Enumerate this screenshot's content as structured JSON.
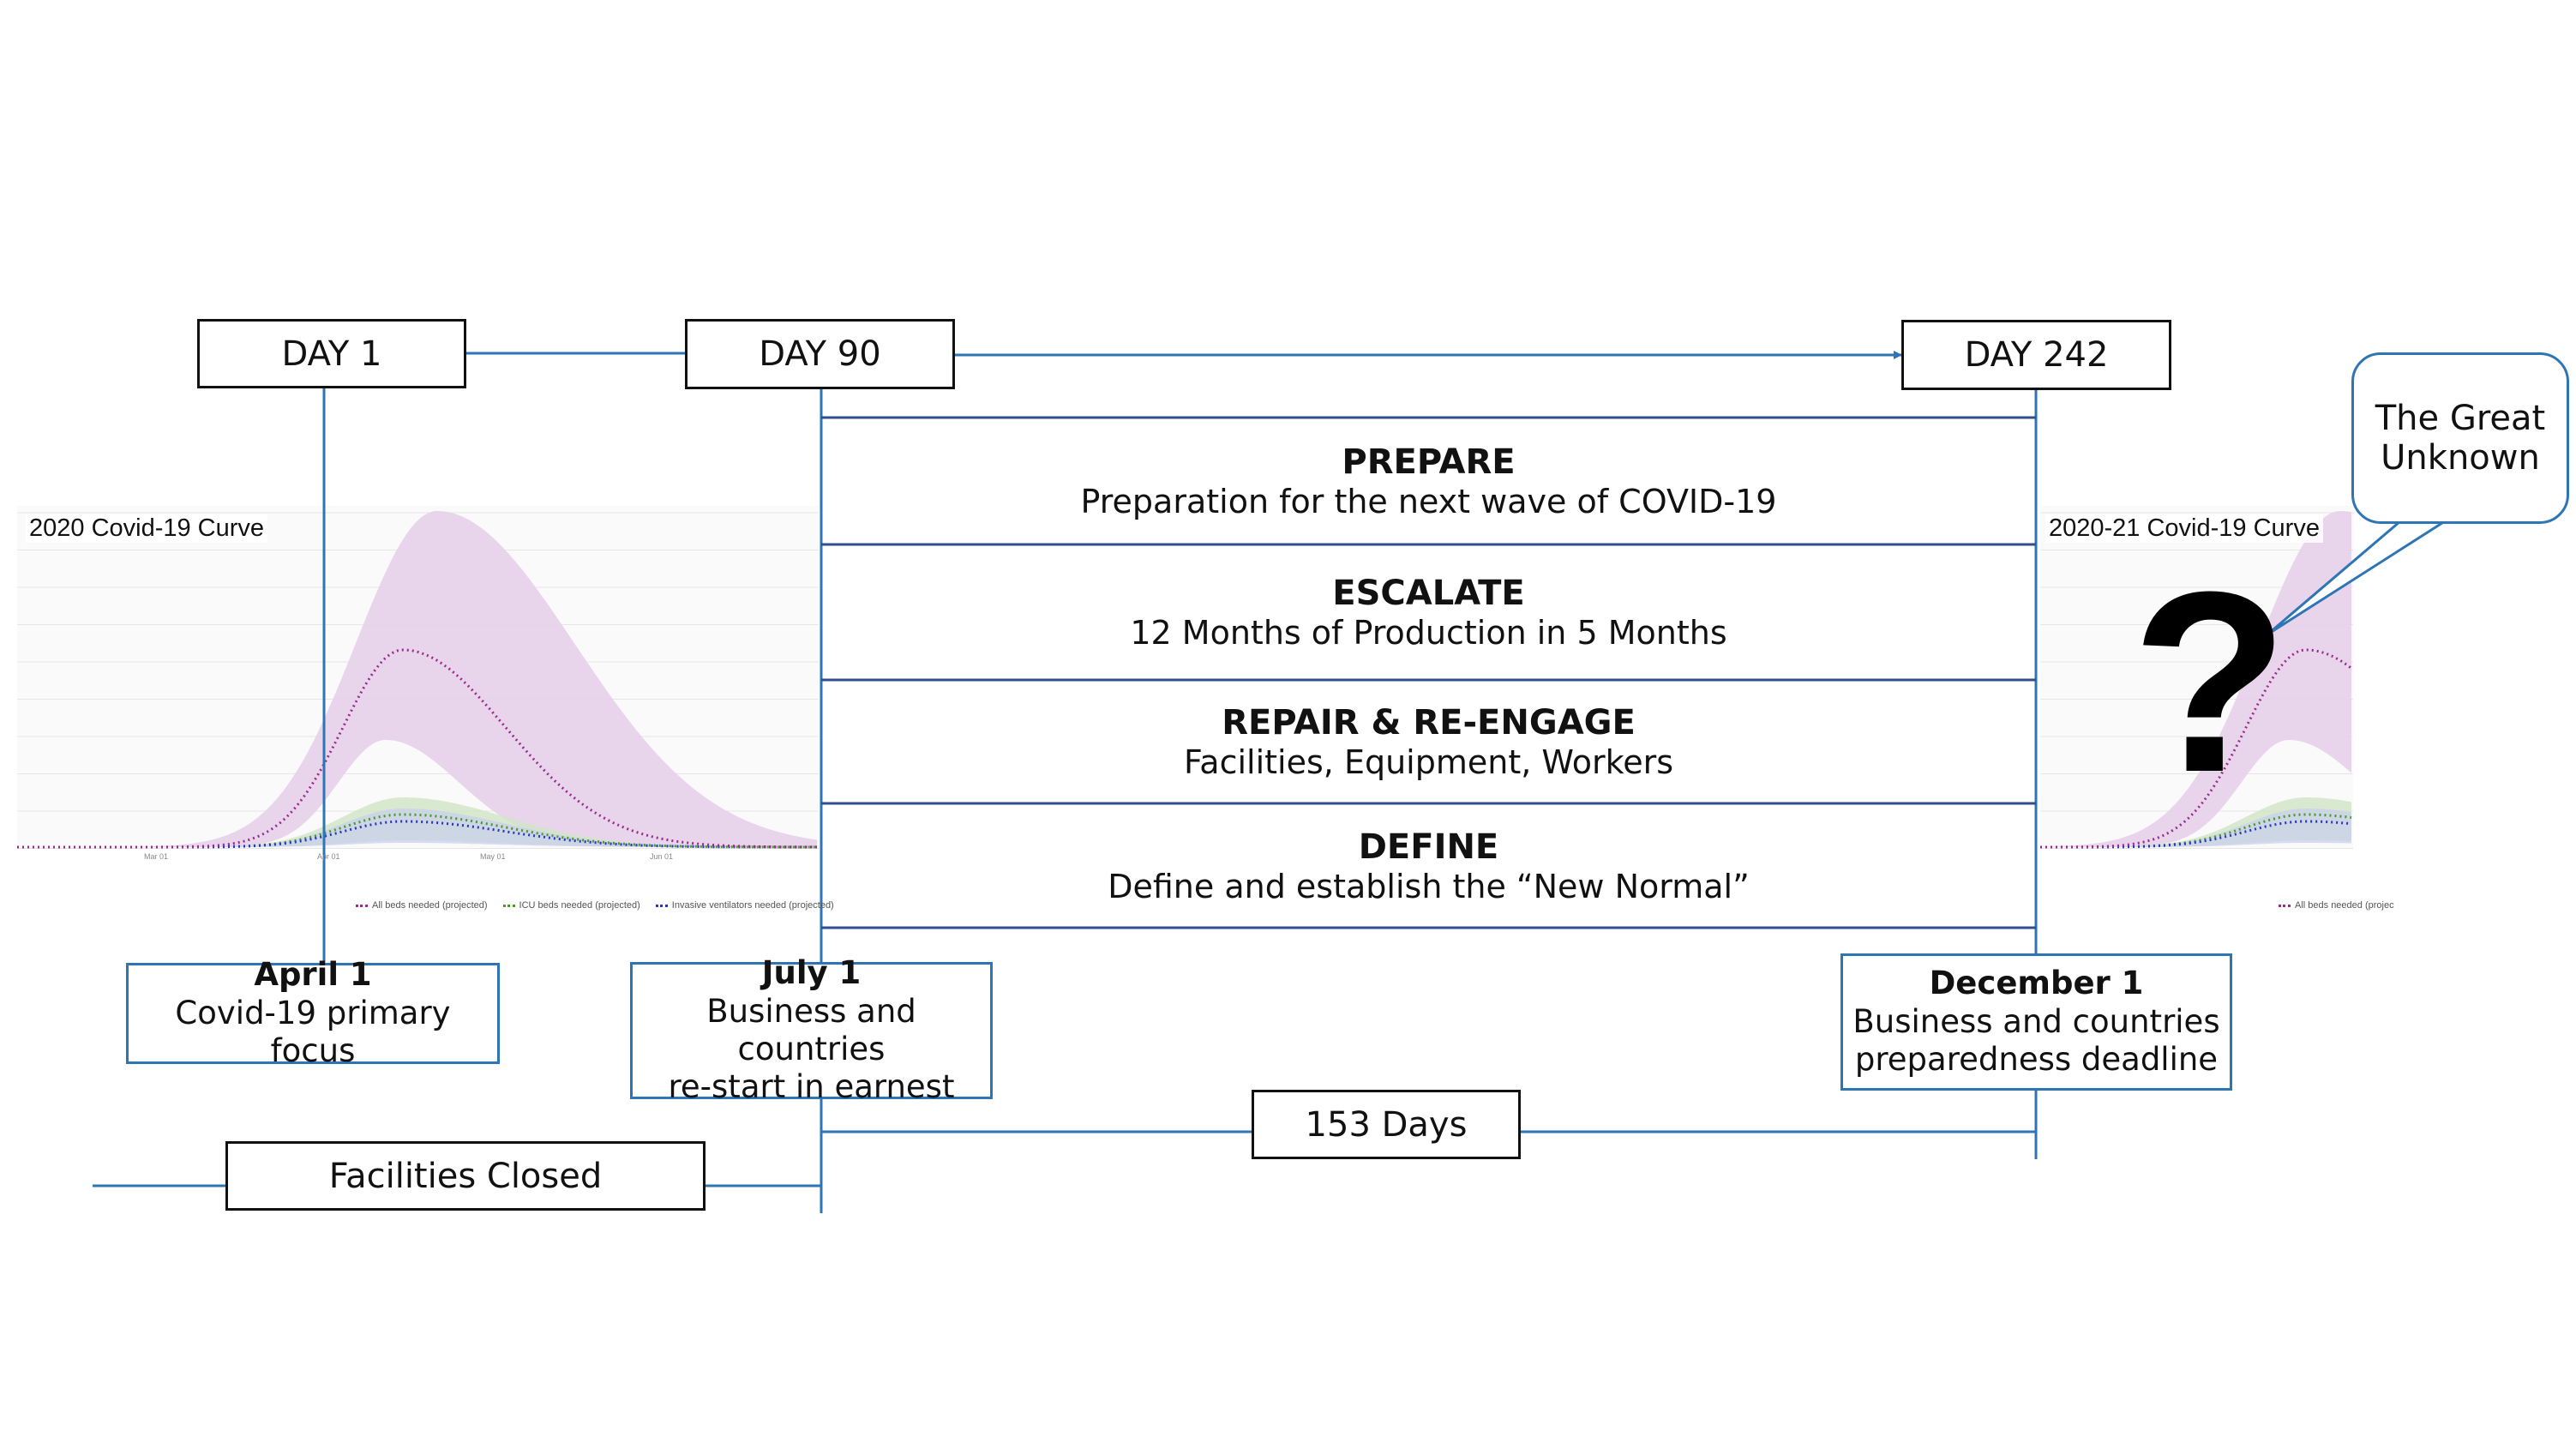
{
  "timeline": {
    "day_1": "DAY 1",
    "day_90": "DAY 90",
    "day_242": "DAY 242"
  },
  "phases": [
    {
      "title": "PREPARE",
      "subtitle": "Preparation for the next wave of COVID-19"
    },
    {
      "title": "ESCALATE",
      "subtitle": "12 Months of Production in 5 Months"
    },
    {
      "title": "REPAIR & RE-ENGAGE",
      "subtitle": "Facilities, Equipment, Workers"
    },
    {
      "title": "DEFINE",
      "subtitle": "Define and establish the “New Normal”"
    }
  ],
  "milestones": {
    "april": {
      "title": "April 1",
      "line1": "Covid-19 primary focus"
    },
    "july": {
      "title": "July 1",
      "line1": "Business and countries",
      "line2": "re-start in earnest"
    },
    "december": {
      "title": "December 1",
      "line1": "Business and countries",
      "line2": "preparedness deadline"
    }
  },
  "durations": {
    "closed": "Facilities Closed",
    "span": "153 Days"
  },
  "callout": {
    "line1": "The Great",
    "line2": "Unknown"
  },
  "question_mark": "?",
  "charts": {
    "left_label": "2020 Covid-19 Curve",
    "right_label": "2020-21 Covid-19 Curve",
    "x_ticks": [
      "Mar 01",
      "Apr 01",
      "May 01",
      "Jun 01"
    ],
    "legend": [
      "All beds needed (projected)",
      "ICU beds needed (projected)",
      "Invasive ventilators needed (projected)"
    ],
    "right_legend": "All beds needed (projec"
  },
  "colors": {
    "accent_blue": "#2e75b6",
    "beds": "#9c2b8e",
    "icu": "#4a9a2a",
    "ventilators": "#2a35c0",
    "band_beds": "#e6d0ea",
    "band_icu": "#cfe5c5",
    "band_vent": "#c7cdee"
  }
}
